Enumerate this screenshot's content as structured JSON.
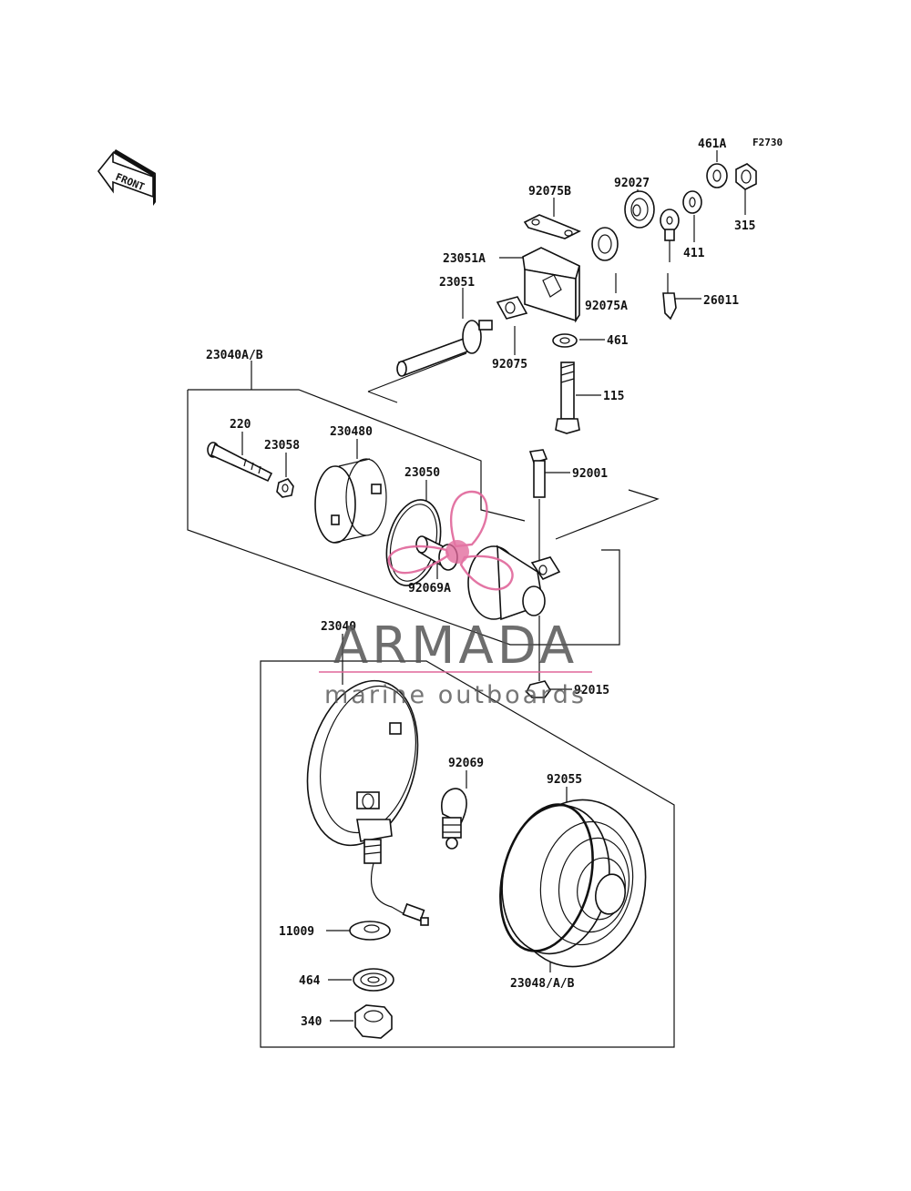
{
  "diagram": {
    "code": "F2730",
    "front_label": "FRONT",
    "labels": {
      "p461A": "461A",
      "p315": "315",
      "p411": "411",
      "p92027": "92027",
      "p92075B": "92075B",
      "p23051A": "23051A",
      "p92075A": "92075A",
      "p26011": "26011",
      "p23051": "23051",
      "p92075": "92075",
      "p461": "461",
      "p115": "115",
      "p23040AB": "23040A/B",
      "p220": "220",
      "p23058": "23058",
      "p230480": "230480",
      "p23050": "23050",
      "p92001": "92001",
      "p92069A": "92069A",
      "p23040": "23040",
      "p92015": "92015",
      "p92069": "92069",
      "p92055": "92055",
      "p11009": "11009",
      "p464": "464",
      "p340": "340",
      "p23048AB": "23048/A/B"
    }
  },
  "watermark": {
    "brand": "ARMADA",
    "tagline": "marine outboards",
    "color": "#e0669a"
  }
}
